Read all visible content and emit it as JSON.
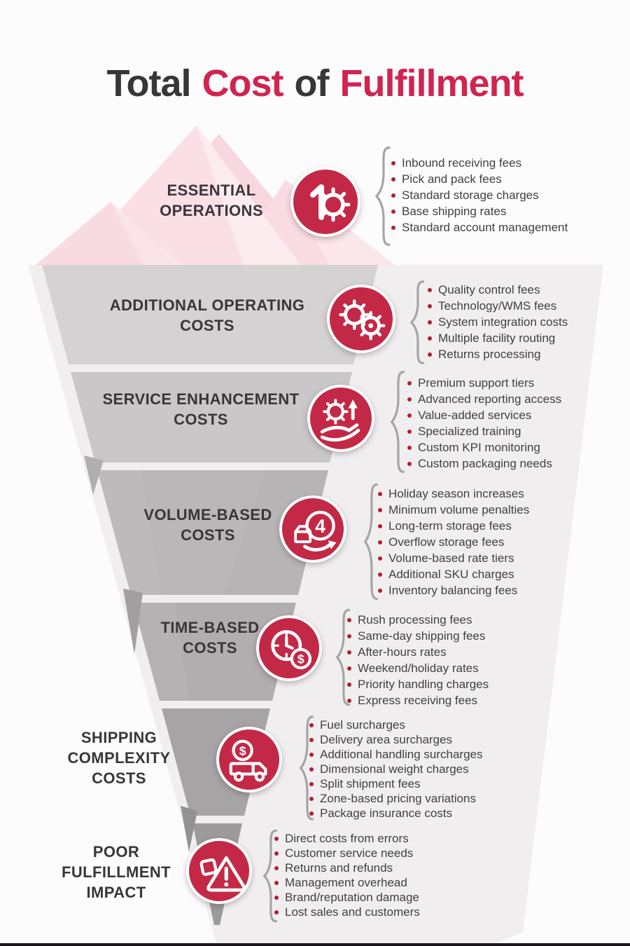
{
  "theme": {
    "accent": "#c32946",
    "accent_dark": "#b01f37",
    "crimson": "#d02451",
    "ink": "#39363a",
    "body_text": "#423e42",
    "brace": "#a6a4a5",
    "funnel_light": "#f1eef0",
    "mountain_pink": "#fadfe5",
    "band_colors": [
      "#d5d2d3",
      "#cac7c8",
      "#bab7b8",
      "#b1aeaf",
      "#a7a4a5",
      "#9d9a9b"
    ]
  },
  "title": {
    "parts": [
      {
        "text": "Total",
        "tone": "ink"
      },
      {
        "text": "Cost",
        "tone": "crimson"
      },
      {
        "text": "of",
        "tone": "ink"
      },
      {
        "text": "Fulfillment",
        "tone": "crimson"
      }
    ]
  },
  "sections": [
    {
      "id": "essential-operations",
      "title": "ESSENTIAL\nOPERATIONS",
      "icon": "number-one-gear-icon",
      "items": [
        "Inbound receiving fees",
        "Pick and pack fees",
        "Standard storage charges",
        "Base shipping rates",
        "Standard account management"
      ]
    },
    {
      "id": "additional-operating-costs",
      "title": "ADDITIONAL OPERATING\nCOSTS",
      "icon": "double-gears-icon",
      "items": [
        "Quality control fees",
        "Technology/WMS fees",
        "System integration costs",
        "Multiple facility routing",
        "Returns processing"
      ]
    },
    {
      "id": "service-enhancement-costs",
      "title": "SERVICE ENHANCEMENT\nCOSTS",
      "icon": "hand-gear-arrow-icon",
      "items": [
        "Premium support tiers",
        "Advanced reporting access",
        "Value-added services",
        "Specialized training",
        "Custom KPI monitoring",
        "Custom packaging needs"
      ]
    },
    {
      "id": "volume-based-costs",
      "title": "VOLUME-BASED\nCOSTS",
      "icon": "boxes-cycle-icon",
      "items": [
        "Holiday season increases",
        "Minimum volume penalties",
        "Long-term storage fees",
        "Overflow storage fees",
        "Volume-based rate tiers",
        "Additional SKU charges",
        "Inventory balancing fees"
      ]
    },
    {
      "id": "time-based-costs",
      "title": "TIME-BASED\nCOSTS",
      "icon": "clock-dollar-icon",
      "items": [
        "Rush processing fees",
        "Same-day shipping fees",
        "After-hours rates",
        "Weekend/holiday rates",
        "Priority handling charges",
        "Express receiving fees"
      ]
    },
    {
      "id": "shipping-complexity-costs",
      "title": "SHIPPING\nCOMPLEXITY\nCOSTS",
      "icon": "truck-dollar-icon",
      "items": [
        "Fuel surcharges",
        "Delivery area surcharges",
        "Additional handling surcharges",
        "Dimensional weight charges",
        "Split shipment fees",
        "Zone-based pricing variations",
        "Package insurance costs"
      ]
    },
    {
      "id": "poor-fulfillment-impact",
      "title": "POOR\nFULFILLMENT\nIMPACT",
      "icon": "warning-triangle-icon",
      "items": [
        "Direct costs from errors",
        "Customer service needs",
        "Returns and refunds",
        "Management overhead",
        "Brand/reputation damage",
        "Lost sales and customers"
      ]
    }
  ]
}
